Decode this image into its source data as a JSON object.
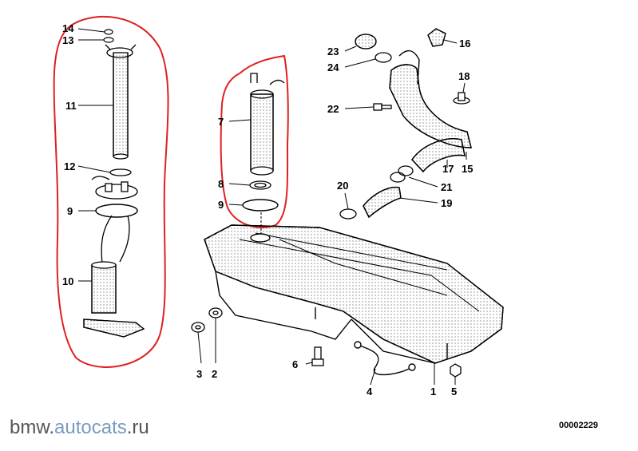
{
  "diagram": {
    "callouts": [
      "1",
      "2",
      "3",
      "4",
      "5",
      "6",
      "7",
      "8",
      "9",
      "9",
      "10",
      "11",
      "12",
      "13",
      "14",
      "15",
      "16",
      "17",
      "18",
      "19",
      "20",
      "21",
      "22",
      "23",
      "24"
    ],
    "diagram_id": "00002229"
  },
  "watermark": {
    "prefix": "bmw.",
    "highlight": "autocats",
    "suffix": ".ru"
  },
  "colors": {
    "highlight_outline": "#e02020",
    "line": "#000000",
    "watermark_text": "#555555",
    "watermark_accent": "#7a9bbf"
  }
}
